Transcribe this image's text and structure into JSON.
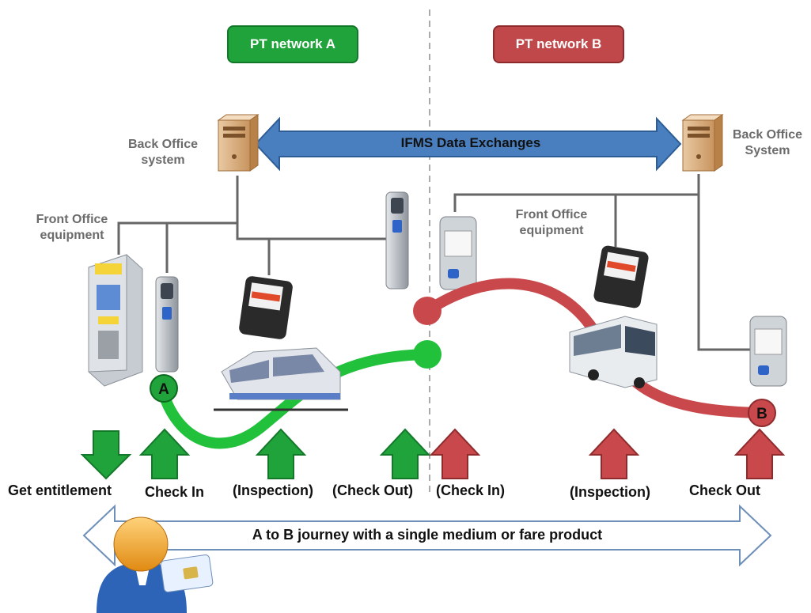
{
  "networks": {
    "a": {
      "label": "PT network  A",
      "color": "#1fa33a"
    },
    "b": {
      "label": "PT network B",
      "color": "#c0484a"
    }
  },
  "back_office": {
    "left": "Back Office system",
    "right": "Back Office System"
  },
  "front_office": {
    "left": "Front Office equipment",
    "right": "Front Office equipment"
  },
  "exchange": {
    "label": "IFMS  Data Exchanges",
    "color": "#4a7fbf"
  },
  "route": {
    "start": "A",
    "end": "B",
    "green": "#22c13c",
    "red": "#c9484b"
  },
  "steps": {
    "get_entitlement": "Get entitlement",
    "check_in_a": "Check In",
    "inspection_a": "(Inspection)",
    "check_out_a": "(Check Out)",
    "check_in_b": "(Check In)",
    "inspection_b": "(Inspection)",
    "check_out_b": "Check Out"
  },
  "journey": {
    "label": "A to B journey with a single medium or fare product"
  },
  "icons": {
    "server_left": "server-icon",
    "server_right": "server-icon",
    "ticket_machine": "ticket-machine-icon",
    "validator_pole": "validator-pole-icon",
    "handheld": "handheld-terminal-icon",
    "tram": "tram-icon",
    "bus": "bus-icon",
    "user": "user-icon",
    "card": "smart-card-icon"
  }
}
